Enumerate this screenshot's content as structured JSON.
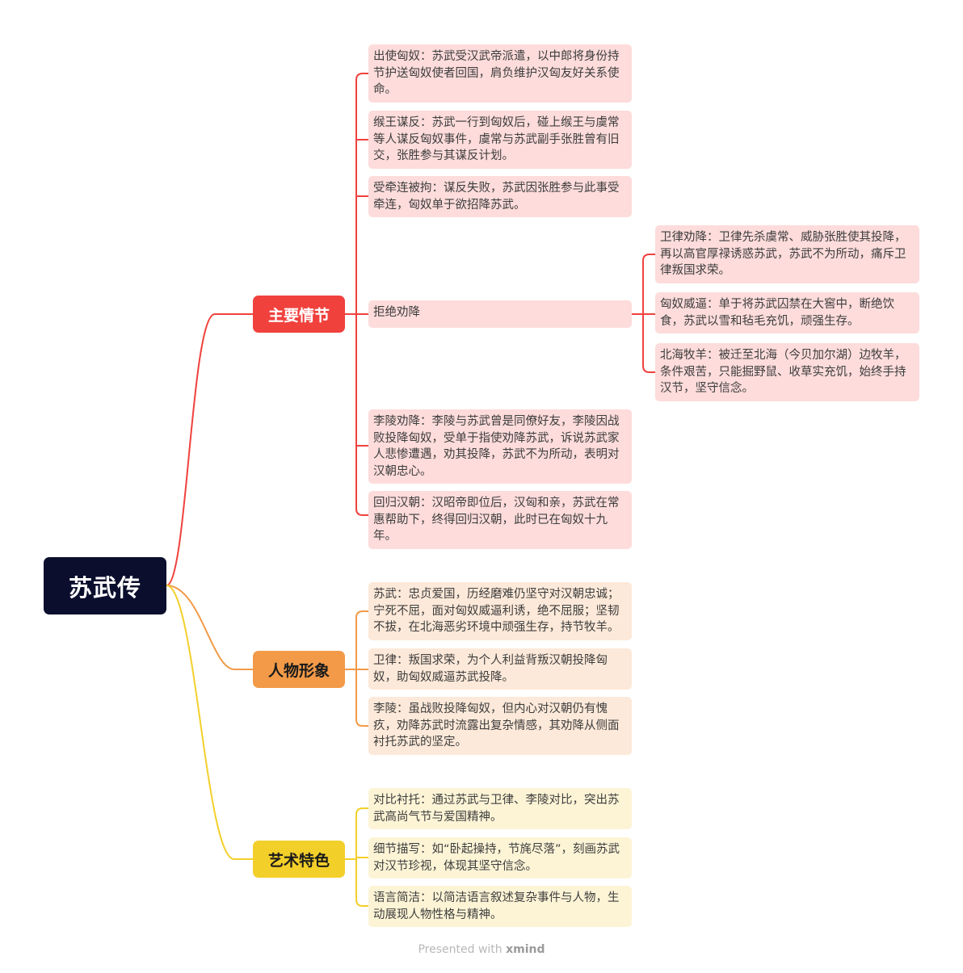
{
  "root": {
    "label": "苏武传"
  },
  "branches": [
    {
      "label": "主要情节",
      "color": "#f0413d",
      "children": [
        {
          "text": "出使匈奴：苏武受汉武帝派遣，以中郎将身份持节护送匈奴使者回国，肩负维护汉匈友好关系使命。"
        },
        {
          "text": "缑王谋反：苏武一行到匈奴后，碰上缑王与虞常等人谋反匈奴事件，虞常与苏武副手张胜曾有旧交，张胜参与其谋反计划。"
        },
        {
          "text": "受牵连被拘：谋反失败，苏武因张胜参与此事受牵连，匈奴单于欲招降苏武。"
        },
        {
          "text": "拒绝劝降",
          "children": [
            {
              "text": "卫律劝降：卫律先杀虞常、威胁张胜使其投降，再以高官厚禄诱惑苏武，苏武不为所动，痛斥卫律叛国求荣。"
            },
            {
              "text": "匈奴威逼：单于将苏武囚禁在大窖中，断绝饮食，苏武以雪和毡毛充饥，顽强生存。"
            },
            {
              "text": "北海牧羊：被迁至北海（今贝加尔湖）边牧羊，条件艰苦，只能掘野鼠、收草实充饥，始终手持汉节，坚守信念。"
            }
          ]
        },
        {
          "text": "李陵劝降：李陵与苏武曾是同僚好友，李陵因战败投降匈奴，受单于指使劝降苏武，诉说苏武家人悲惨遭遇，劝其投降，苏武不为所动，表明对汉朝忠心。"
        },
        {
          "text": "回归汉朝：汉昭帝即位后，汉匈和亲，苏武在常惠帮助下，终得回归汉朝，此时已在匈奴十九年。"
        }
      ]
    },
    {
      "label": "人物形象",
      "color": "#f29a48",
      "children": [
        {
          "text": "苏武：忠贞爱国，历经磨难仍坚守对汉朝忠诚；宁死不屈，面对匈奴威逼利诱，绝不屈服；坚韧不拔，在北海恶劣环境中顽强生存，持节牧羊。"
        },
        {
          "text": "卫律：叛国求荣，为个人利益背叛汉朝投降匈奴，助匈奴威逼苏武投降。"
        },
        {
          "text": "李陵：虽战败投降匈奴，但内心对汉朝仍有愧疚，劝降苏武时流露出复杂情感，其劝降从侧面衬托苏武的坚定。"
        }
      ]
    },
    {
      "label": "艺术特色",
      "color": "#f3cf2a",
      "children": [
        {
          "text": "对比衬托：通过苏武与卫律、李陵对比，突出苏武高尚气节与爱国精神。"
        },
        {
          "text": "细节描写：如“卧起操持，节旄尽落”，刻画苏武对汉节珍视，体现其坚守信念。"
        },
        {
          "text": "语言简洁：以简洁语言叙述复杂事件与人物，生动展现人物性格与精神。"
        }
      ]
    }
  ],
  "footer": {
    "prefix": "Presented with ",
    "brand": "xmind"
  }
}
